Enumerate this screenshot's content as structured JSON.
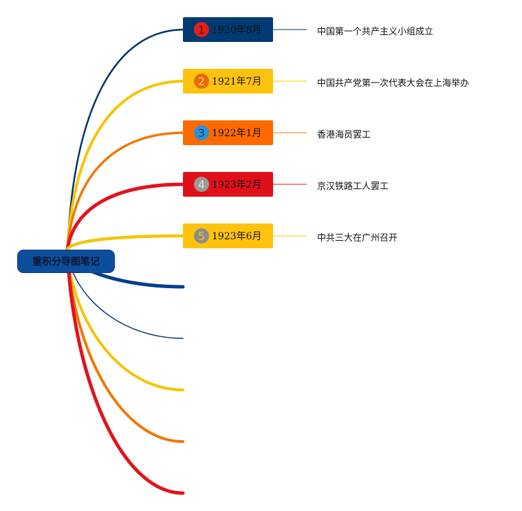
{
  "root": {
    "label": "重积分导图笔记"
  },
  "colors": {
    "navy": "#003366",
    "blue": "#003f8f",
    "yellow": "#f5c400",
    "orange": "#f07800",
    "red": "#e0141e"
  },
  "nodes": [
    {
      "index": "1",
      "date": "1920年8月",
      "event": "中国第一个共产主义小组成立",
      "fill": "#013a73",
      "badge_bg": "#e0221a",
      "badge_fg": "#6b0a00",
      "line": "#003366"
    },
    {
      "index": "2",
      "date": "1921年7月",
      "event": "中国共产党第一次代表大会在上海举办",
      "fill": "#ffc20e",
      "badge_bg": "#e86a00",
      "badge_fg": "#ffd27a",
      "line": "#f5c400"
    },
    {
      "index": "3",
      "date": "1922年1月",
      "event": "香港海员罢工",
      "fill": "#ff6a00",
      "badge_bg": "#2e8fd6",
      "badge_fg": "#0b3d6e",
      "line": "#f07800"
    },
    {
      "index": "4",
      "date": "1923年2月",
      "event": "京汉铁路工人罢工",
      "fill": "#e0101a",
      "badge_bg": "#9a9a9a",
      "badge_fg": "#e4e4e4",
      "line": "#e0141e"
    },
    {
      "index": "5",
      "date": "1923年6月",
      "event": "中共三大在广州召开",
      "fill": "#ffc20e",
      "badge_bg": "#8c8c8c",
      "badge_fg": "#ffc20e",
      "line": "#f5c400"
    }
  ],
  "empty_branches": [
    {
      "color": "#003f8f"
    },
    {
      "color": "#003366"
    },
    {
      "color": "#f5c400"
    },
    {
      "color": "#f07800"
    },
    {
      "color": "#e0141e"
    }
  ]
}
